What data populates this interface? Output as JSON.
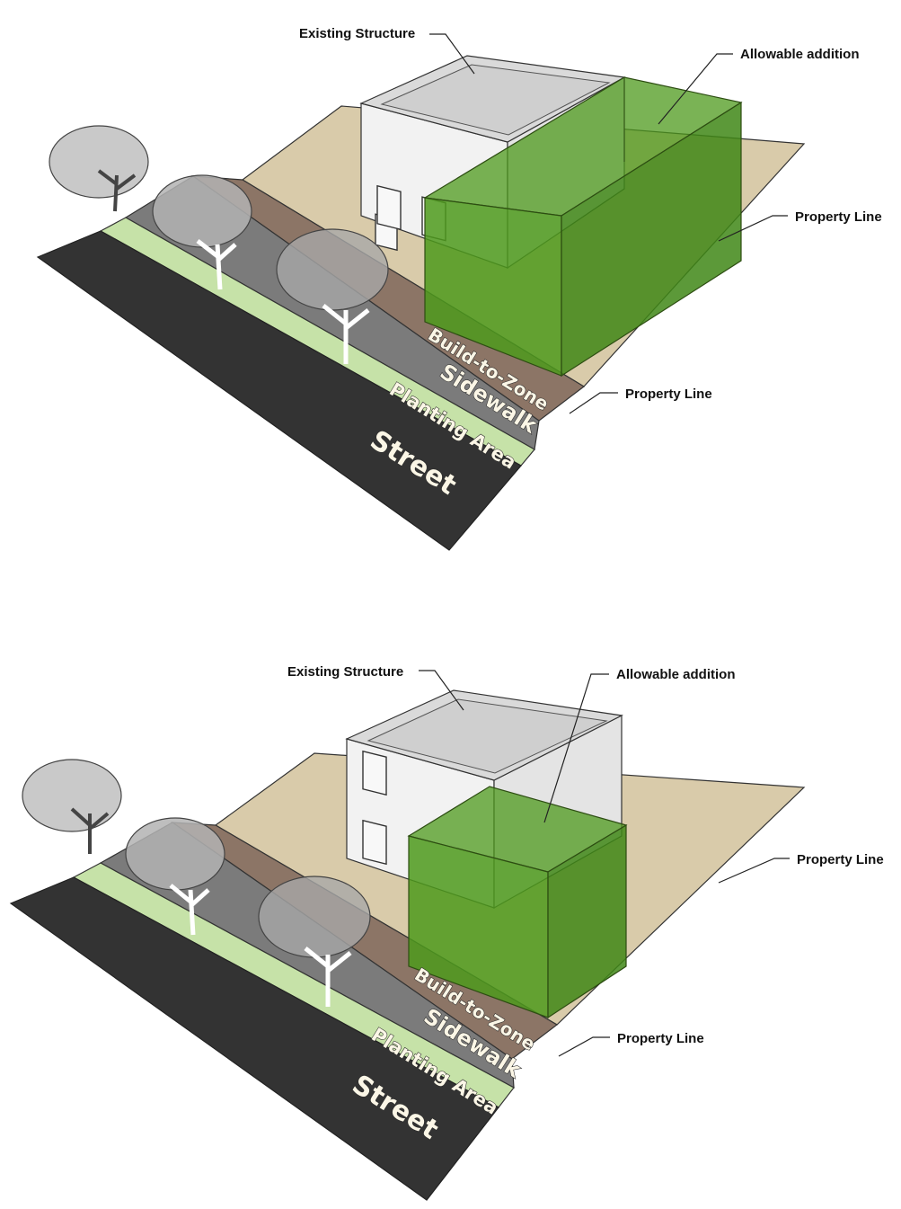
{
  "colors": {
    "street": "#333333",
    "planting": "#c6e2a8",
    "sidewalk": "#7b7b7b",
    "build_to_zone": "#8c7566",
    "lot": "#d9cbaa",
    "building_top": "#dcdcdc",
    "building_face": "#f1f1f1",
    "addition": "#4d9a1c"
  },
  "diagrams": [
    {
      "callouts": {
        "existing_structure": "Existing Structure",
        "allowable_addition": "Allowable addition",
        "property_line_right": "Property Line",
        "property_line_front": "Property Line"
      },
      "zones": {
        "build_to_zone": "Build-to-Zone",
        "sidewalk": "Sidewalk",
        "planting_area": "Planting Area",
        "street": "Street"
      }
    },
    {
      "callouts": {
        "existing_structure": "Existing Structure",
        "allowable_addition": "Allowable addition",
        "property_line_right": "Property Line",
        "property_line_front": "Property Line"
      },
      "zones": {
        "build_to_zone": "Build-to-Zone",
        "sidewalk": "Sidewalk",
        "planting_area": "Planting Area",
        "street": "Street"
      }
    }
  ]
}
